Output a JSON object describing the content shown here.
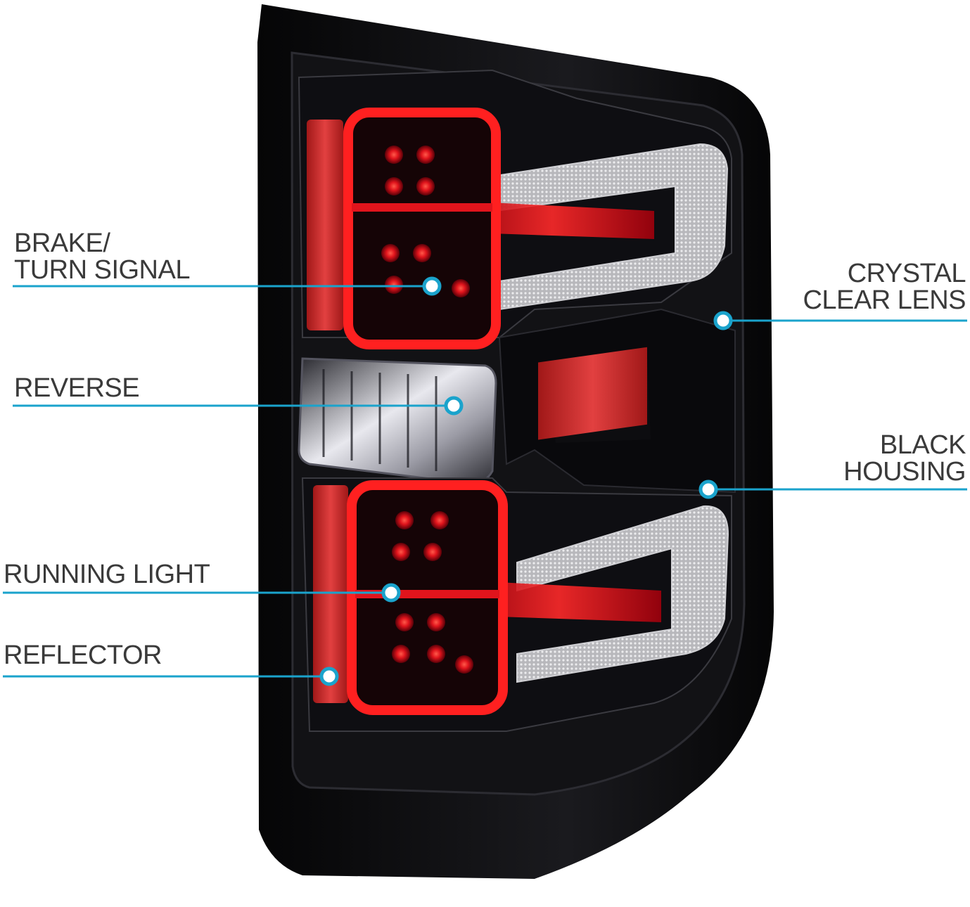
{
  "colors": {
    "callout_line": "#1aa3cc",
    "callout_dot_fill": "#ffffff",
    "housing": "#0c0c0e",
    "lens_red": "#e0101c",
    "reflector": "#d32a2a",
    "chrome": "#d8d8dc"
  },
  "callouts": [
    {
      "id": "brake-turn-signal",
      "lines": [
        "BRAKE/",
        "TURN SIGNAL"
      ],
      "side": "left"
    },
    {
      "id": "reverse",
      "lines": [
        "REVERSE"
      ],
      "side": "left"
    },
    {
      "id": "running-light",
      "lines": [
        "RUNNING LIGHT"
      ],
      "side": "left"
    },
    {
      "id": "reflector",
      "lines": [
        "REFLECTOR"
      ],
      "side": "left"
    },
    {
      "id": "crystal-clear-lens",
      "lines": [
        "CRYSTAL",
        "CLEAR LENS"
      ],
      "side": "right"
    },
    {
      "id": "black-housing",
      "lines": [
        "BLACK",
        "HOUSING"
      ],
      "side": "right"
    }
  ]
}
